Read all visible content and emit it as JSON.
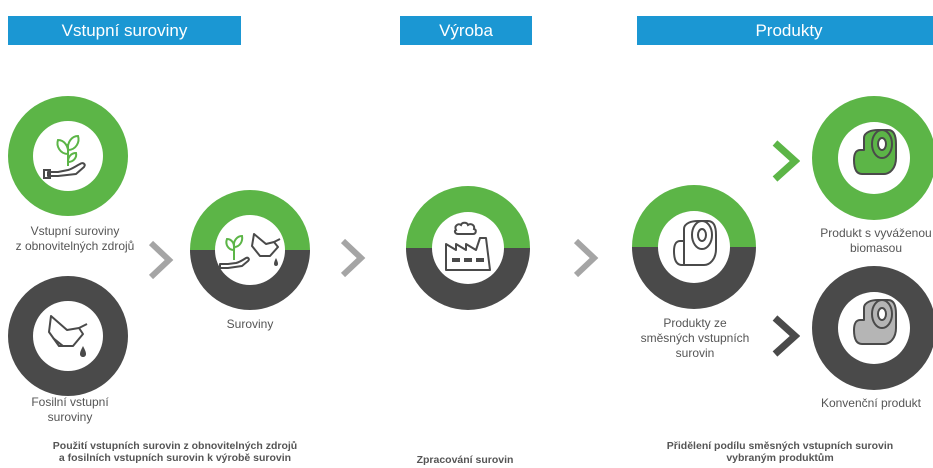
{
  "colors": {
    "header": "#1b97d3",
    "green": "#5cb547",
    "dark": "#4a4a4a",
    "chevron_gray": "#a5a5a5",
    "icon_stroke": "#4a4a4a"
  },
  "headers": {
    "inputs": "Vstupní suroviny",
    "production": "Výroba",
    "products": "Produkty"
  },
  "nodes": {
    "renewable": {
      "label": "Vstupní suroviny\nz obnovitelných zdrojů",
      "icon": "plant-in-hand-icon"
    },
    "fossil": {
      "label": "Fosilní vstupní\nsuroviny",
      "icon": "oil-can-icon"
    },
    "raw_materials": {
      "label": "Suroviny",
      "icon": "plant-and-oil-icon"
    },
    "factory": {
      "label": "",
      "icon": "factory-icon"
    },
    "mixed_products": {
      "label": "Produkty ze\nsměsných vstupních\nsurovin",
      "icon": "tape-roll-icon"
    },
    "biomass_product": {
      "label": "Produkt s vyváženou\nbiomasou",
      "icon": "green-tape-roll-icon"
    },
    "conventional_product": {
      "label": "Konvenční produkt",
      "icon": "gray-tape-roll-icon"
    }
  },
  "captions": {
    "inputs": "Použití vstupních surovin z obnovitelných zdrojů\na fosilních vstupních surovin k výrobě surovin",
    "production": "Zpracování surovin",
    "products": "Přidělení podílu směsných vstupních surovin\nvybraným produktům"
  }
}
